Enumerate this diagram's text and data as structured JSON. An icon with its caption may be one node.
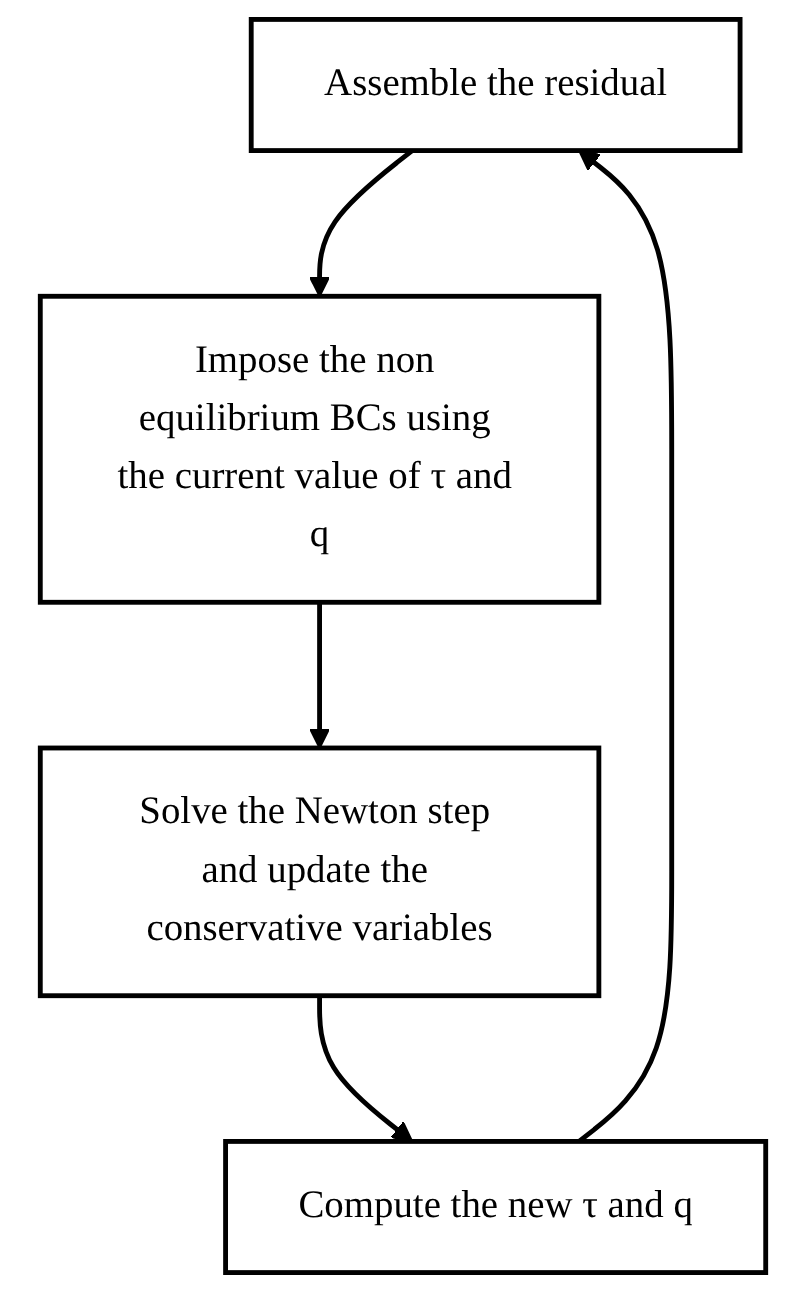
{
  "diagram": {
    "nodes": [
      {
        "text": [
          "Assemble the residual"
        ]
      },
      {
        "text": [
          "Impose the non equilibrium BCs using the current value of τ and q"
        ]
      },
      {
        "text": [
          "Solve the Newton step and update the conservative variables"
        ]
      },
      {
        "text": [
          "Compute the new τ and q"
        ]
      }
    ],
    "edges": [
      {
        "from": 0,
        "to": 1,
        "arrow": "to"
      },
      {
        "from": 1,
        "to": 2,
        "arrow": "to"
      },
      {
        "from": 2,
        "to": 3,
        "arrow": "to"
      },
      {
        "from": 3,
        "to": 0,
        "arrow": "to"
      }
    ]
  }
}
